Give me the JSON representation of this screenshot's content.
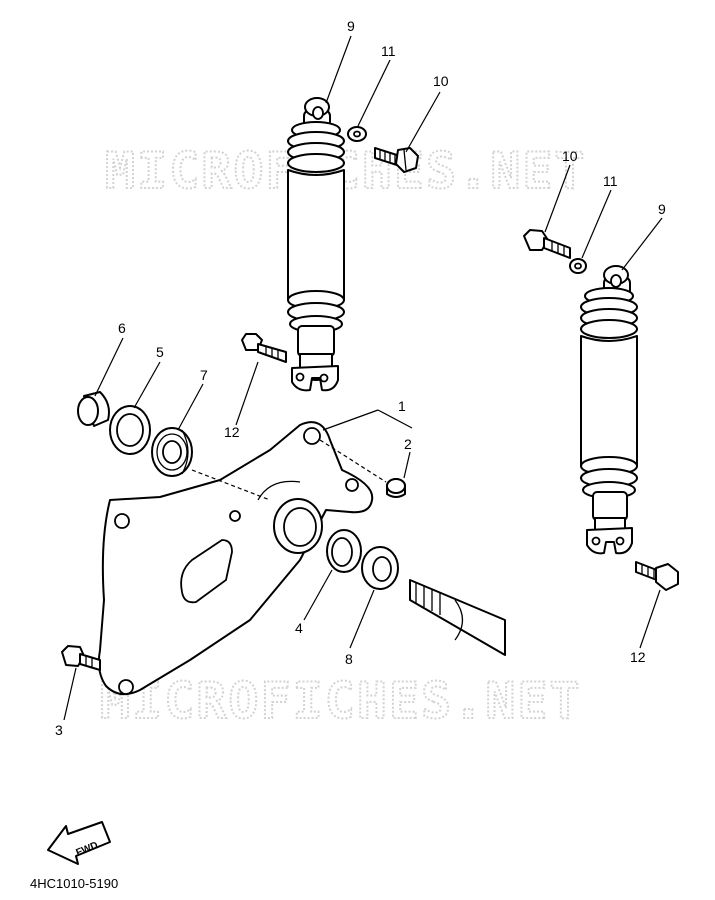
{
  "watermark": "MICROFICHES.NET",
  "diagram_code": "4HC1010-5190",
  "fwd_label": "FWD",
  "callouts": {
    "c1": "1",
    "c2": "2",
    "c3": "3",
    "c4": "4",
    "c5": "5",
    "c6": "6",
    "c7": "7",
    "c8": "8",
    "c9_left": "9",
    "c9_right": "9",
    "c10_left": "10",
    "c10_right": "10",
    "c11_left": "11",
    "c11_right": "11",
    "c12_left": "12",
    "c12_right": "12"
  }
}
